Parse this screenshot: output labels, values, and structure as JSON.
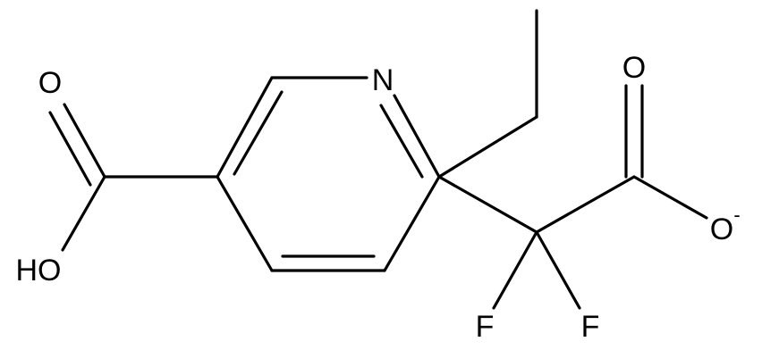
{
  "molecule": {
    "atoms": {
      "carboxyl_carbonyl_o": "O",
      "carboxyl_hydroxyl": "HO",
      "ring_nitrogen": "N",
      "carboxylate_carbonyl_o": "O",
      "carboxylate_oxygen": "O",
      "carboxylate_charge": "-",
      "fluorine_1": "F",
      "fluorine_2": "F"
    }
  }
}
